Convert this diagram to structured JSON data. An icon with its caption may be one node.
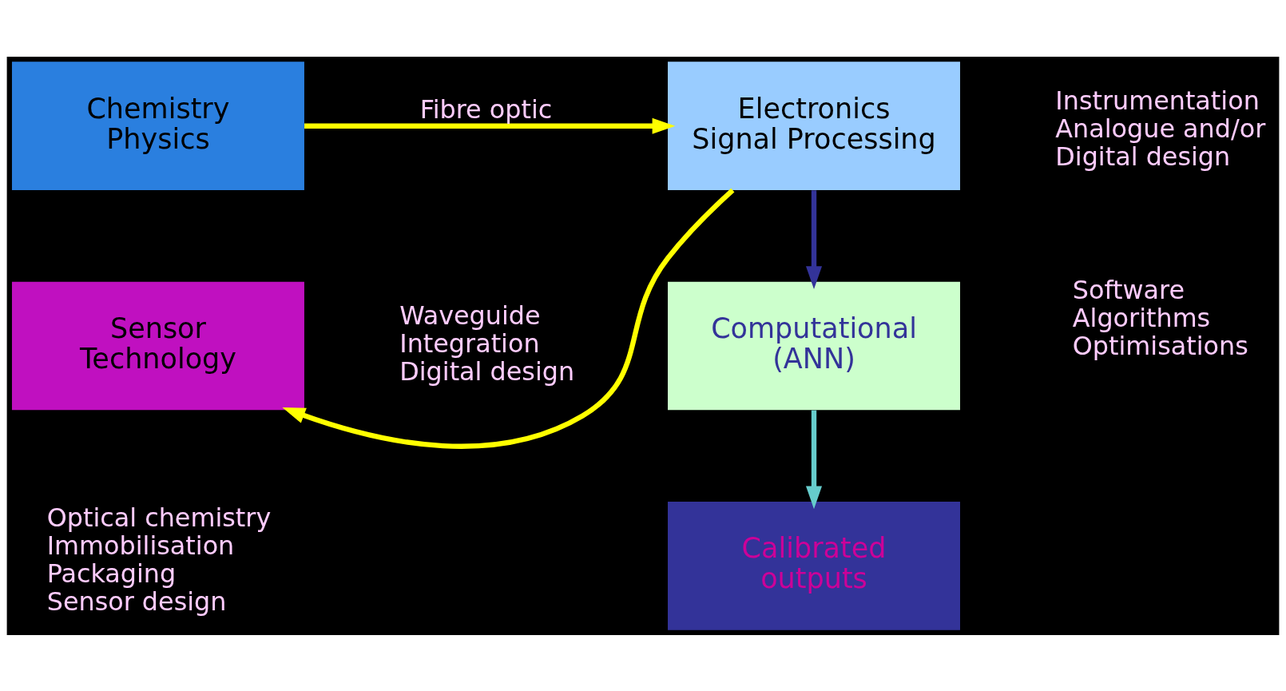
{
  "diagram": {
    "nodes": [
      {
        "text": [
          "Chemistry",
          "Physics"
        ]
      },
      {
        "text": [
          "Sensor",
          "Technology"
        ]
      },
      {
        "text": [
          "Electronics",
          "Signal Processing"
        ]
      },
      {
        "text": [
          "Computational",
          "(ANN)"
        ]
      },
      {
        "text": [
          "Calibrated",
          "outputs"
        ]
      }
    ],
    "edges": [
      {
        "from": 0,
        "to": 2,
        "arrow": "to",
        "label": "Fibre optic",
        "color": "#ffff00"
      },
      {
        "from": 2,
        "to": 1,
        "arrow": "to",
        "color": "#ffff00"
      },
      {
        "from": 2,
        "to": 3,
        "arrow": "to",
        "color": "#333399"
      },
      {
        "from": 3,
        "to": 4,
        "arrow": "to",
        "color": "#66cccc"
      }
    ],
    "labels": [
      "Instrumentation",
      "Analogue and/or",
      "Digital design",
      "Waveguide",
      "Integration",
      "Digital design",
      "Optical chemistry",
      "Immobilisation",
      "Packaging",
      "Sensor design",
      "Software",
      "Algorithms",
      "Optimisations"
    ]
  }
}
